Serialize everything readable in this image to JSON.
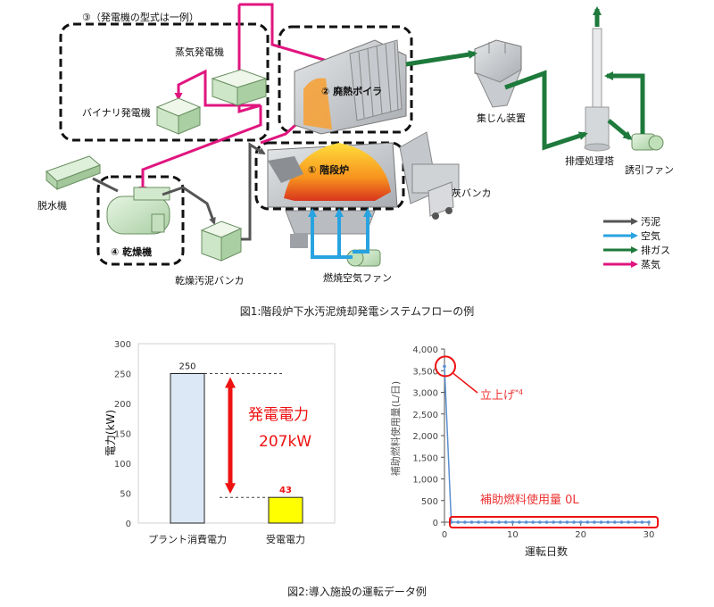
{
  "figure1": {
    "caption": "図1:階段炉下水汚泥焼却発電システムフローの例",
    "generator_note": "③（発電機の型式は一例）",
    "components": {
      "steam_generator": "蒸気発電機",
      "binary_generator": "バイナリ発電機",
      "waste_heat_boiler": "② 廃熱ボイラ",
      "stair_furnace": "① 階段炉",
      "dust_collector": "集じん装置",
      "flue_gas_tower": "排煙処理塔",
      "induced_fan": "誘引ファン",
      "dehydrator": "脱水機",
      "dryer": "④ 乾燥機",
      "dried_sludge_bunker": "乾燥汚泥バンカ",
      "combustion_air_fan": "燃焼空気ファン",
      "ash_bunker": "灰バンカ"
    },
    "legend": [
      {
        "label": "汚泥",
        "color": "#555555"
      },
      {
        "label": "空気",
        "color": "#29a3e0"
      },
      {
        "label": "排ガス",
        "color": "#1e7a3c"
      },
      {
        "label": "蒸気",
        "color": "#e0157f"
      }
    ]
  },
  "figure2": {
    "caption": "図2:導入施設の運転データ例",
    "charts": [
      {
        "type": "bar",
        "categories": [
          "プラント消費電力",
          "受電電力"
        ],
        "values": [
          250,
          43
        ],
        "value_labels": [
          "250",
          "43"
        ],
        "bar_colors": [
          "#dde8f6",
          "#ffff00"
        ],
        "title": "",
        "xlabel": "",
        "ylabel": "電力(kW)",
        "ylim": [
          0,
          300
        ],
        "yticks": [
          "0",
          "50",
          "100",
          "150",
          "200",
          "250",
          "300"
        ],
        "annotation_title": "発電電力",
        "annotation_value": "207kW",
        "grid": false
      },
      {
        "type": "line",
        "x": [
          0,
          0.5,
          1,
          2,
          3,
          4,
          5,
          6,
          7,
          8,
          9,
          10,
          11,
          12,
          13,
          14,
          15,
          16,
          17,
          18,
          19,
          20,
          21,
          22,
          23,
          24,
          25,
          26,
          27,
          28,
          29,
          30
        ],
        "y": [
          3600,
          1800,
          0,
          0,
          0,
          0,
          0,
          0,
          0,
          0,
          0,
          0,
          0,
          0,
          0,
          0,
          0,
          0,
          0,
          0,
          0,
          0,
          0,
          0,
          0,
          0,
          0,
          0,
          0,
          0,
          0,
          0
        ],
        "title": "",
        "xlabel": "運転日数",
        "ylabel": "補助燃料使用量(L/日)",
        "xlim": [
          0,
          30
        ],
        "ylim": [
          0,
          4000
        ],
        "xticks": [
          "0",
          "10",
          "20",
          "30"
        ],
        "yticks": [
          "0",
          "500",
          "1,000",
          "1,500",
          "2,000",
          "2,500",
          "3,000",
          "3,500",
          "4,000"
        ],
        "annotation_startup": "立上げ",
        "annotation_startup_note": "*4",
        "annotation_zero": "補助燃料使用量 0L",
        "line_color": "#5b8fd0",
        "grid": false
      }
    ]
  }
}
